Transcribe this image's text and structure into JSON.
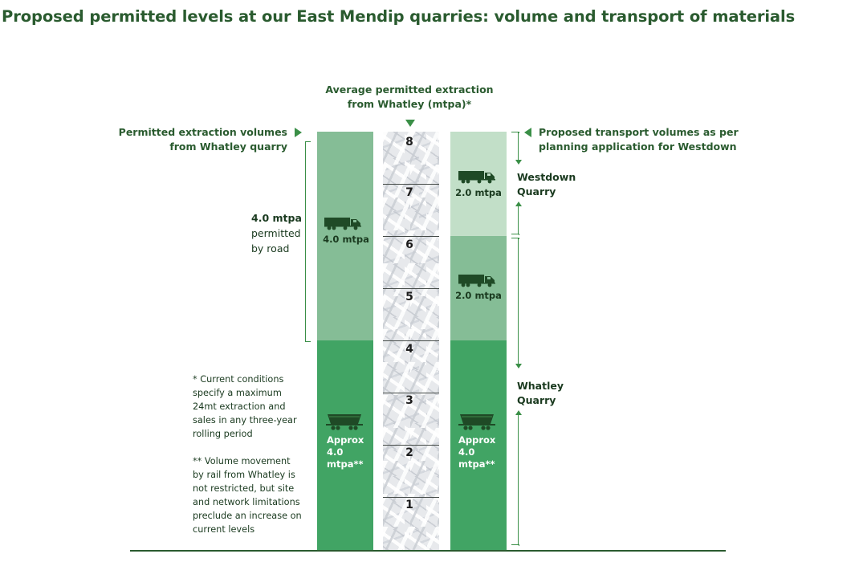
{
  "title": "Proposed permitted levels at our East Mendip quarries: volume and transport of materials",
  "headers": {
    "center": [
      "Average permitted extraction",
      "from Whatley (mtpa)*"
    ],
    "left": [
      "Permitted extraction volumes",
      "from Whatley quarry"
    ],
    "right": [
      "Proposed transport volumes as per",
      "planning application for Westdown"
    ]
  },
  "scale_ticks": [
    "8",
    "7",
    "6",
    "5",
    "4",
    "3",
    "2",
    "1"
  ],
  "left_column": {
    "road_label": "4.0 mtpa",
    "rail_label": [
      "Approx",
      "4.0",
      "mtpa**"
    ]
  },
  "right_column": {
    "westdown_label": "2.0 mtpa",
    "whatley_road_label": "2.0 mtpa",
    "rail_label": [
      "Approx",
      "4.0",
      "mtpa**"
    ]
  },
  "road_annotation": {
    "value": "4.0 mtpa",
    "lines": [
      "permitted",
      "by road"
    ]
  },
  "quarries": {
    "westdown": [
      "Westdown",
      "Quarry"
    ],
    "whatley": [
      "Whatley",
      "Quarry"
    ]
  },
  "notes": {
    "note1": [
      "* Current conditions",
      "specify a maximum",
      "24mt extraction and",
      "sales in any three-year",
      "rolling period"
    ],
    "note2": [
      "** Volume movement",
      "by rail from Whatley is",
      "not restricted, but site",
      "and network limitations",
      "preclude an increase on",
      "current levels"
    ]
  },
  "colors": {
    "title_green": "#2a5b2f",
    "light_green": "#c2dfc8",
    "mid_green": "#85bd96",
    "dark_green": "#41a464"
  },
  "icons": [
    "lorry-icon",
    "rail-wagon-icon"
  ]
}
